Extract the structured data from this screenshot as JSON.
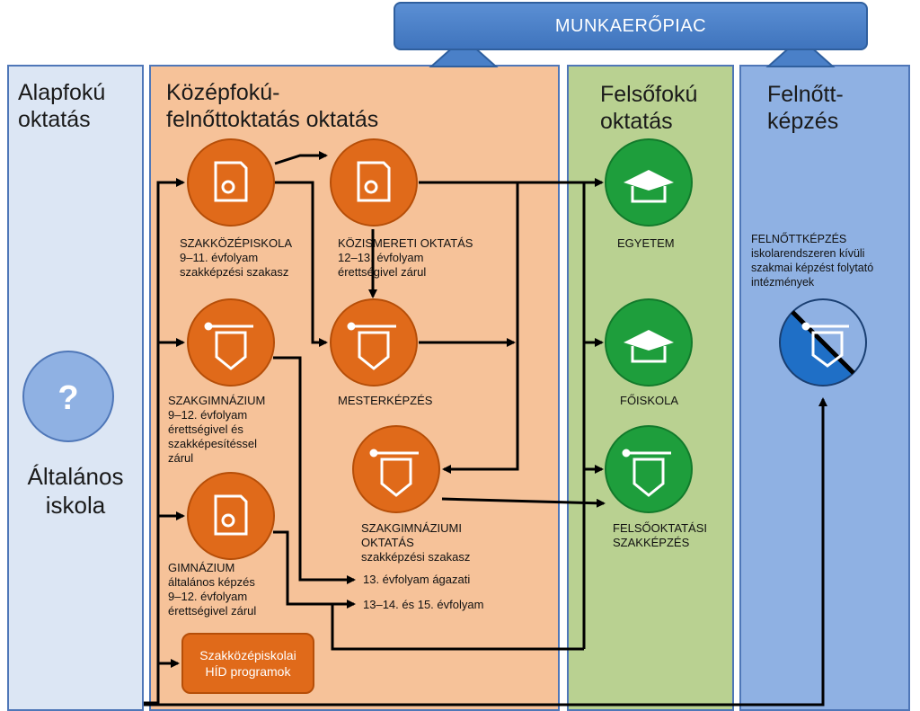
{
  "banner": {
    "label": "MUNKAERŐPIAC"
  },
  "columns": {
    "basic": {
      "title_lines": [
        "Alapfokú",
        "oktatás"
      ],
      "school_lines": [
        "Általános",
        "iskola"
      ],
      "badge": "?"
    },
    "secondary": {
      "title_lines": [
        "Középfokú-",
        "felnőttoktatás oktatás"
      ]
    },
    "higher": {
      "title_lines": [
        "Felsőfokú",
        "oktatás"
      ]
    },
    "adult": {
      "title_lines": [
        "Felnőtt-",
        "képzés"
      ]
    }
  },
  "nodes": {
    "szakkozep": {
      "lines": [
        "SZAKKÖZÉPISKOLA",
        "9–11. évfolyam",
        "szakképzési szakasz"
      ]
    },
    "kozismereti": {
      "lines": [
        "KÖZISMERETI OKTATÁS",
        "12–13. évfolyam",
        "érettségivel zárul"
      ]
    },
    "szakgimn": {
      "lines": [
        "SZAKGIMNÁZIUM",
        "9–12. évfolyam",
        "érettségivel és",
        "szakképesítéssel",
        "zárul"
      ]
    },
    "mester": {
      "lines": [
        "MESTERKÉPZÉS"
      ]
    },
    "gimn": {
      "lines": [
        "GIMNÁZIUM",
        "általános képzés",
        "9–12. évfolyam",
        "érettségivel zárul"
      ]
    },
    "szakgimn_okt": {
      "lines": [
        "SZAKGIMNÁZIUMI",
        "OKTATÁS",
        "szakképzési szakasz"
      ]
    },
    "agazati": {
      "label": "13. évfolyam ágazati"
    },
    "evfolyam": {
      "label": "13–14. és 15. évfolyam"
    },
    "hid": {
      "lines": [
        "Szakközépiskolai",
        "HÍD programok"
      ]
    },
    "egyetem": {
      "lines": [
        "EGYETEM"
      ]
    },
    "foiskola": {
      "lines": [
        "FŐISKOLA"
      ]
    },
    "felsookt": {
      "lines": [
        "FELSŐOKTATÁSI",
        "SZAKKÉPZÉS"
      ]
    },
    "felnott": {
      "lines": [
        "FELNŐTTKÉPZÉS",
        "iskolarendszeren kívüli",
        "szakmai képzést folytató",
        "intézmények"
      ]
    }
  },
  "colors": {
    "orange_node": "#e06a1a",
    "green_node": "#1e9e3c",
    "blue_banner": "#4a80c8",
    "basic_bg": "#dce6f4",
    "secondary_bg": "#f6c299",
    "higher_bg": "#b9d191",
    "adult_bg": "#8fb1e3"
  }
}
